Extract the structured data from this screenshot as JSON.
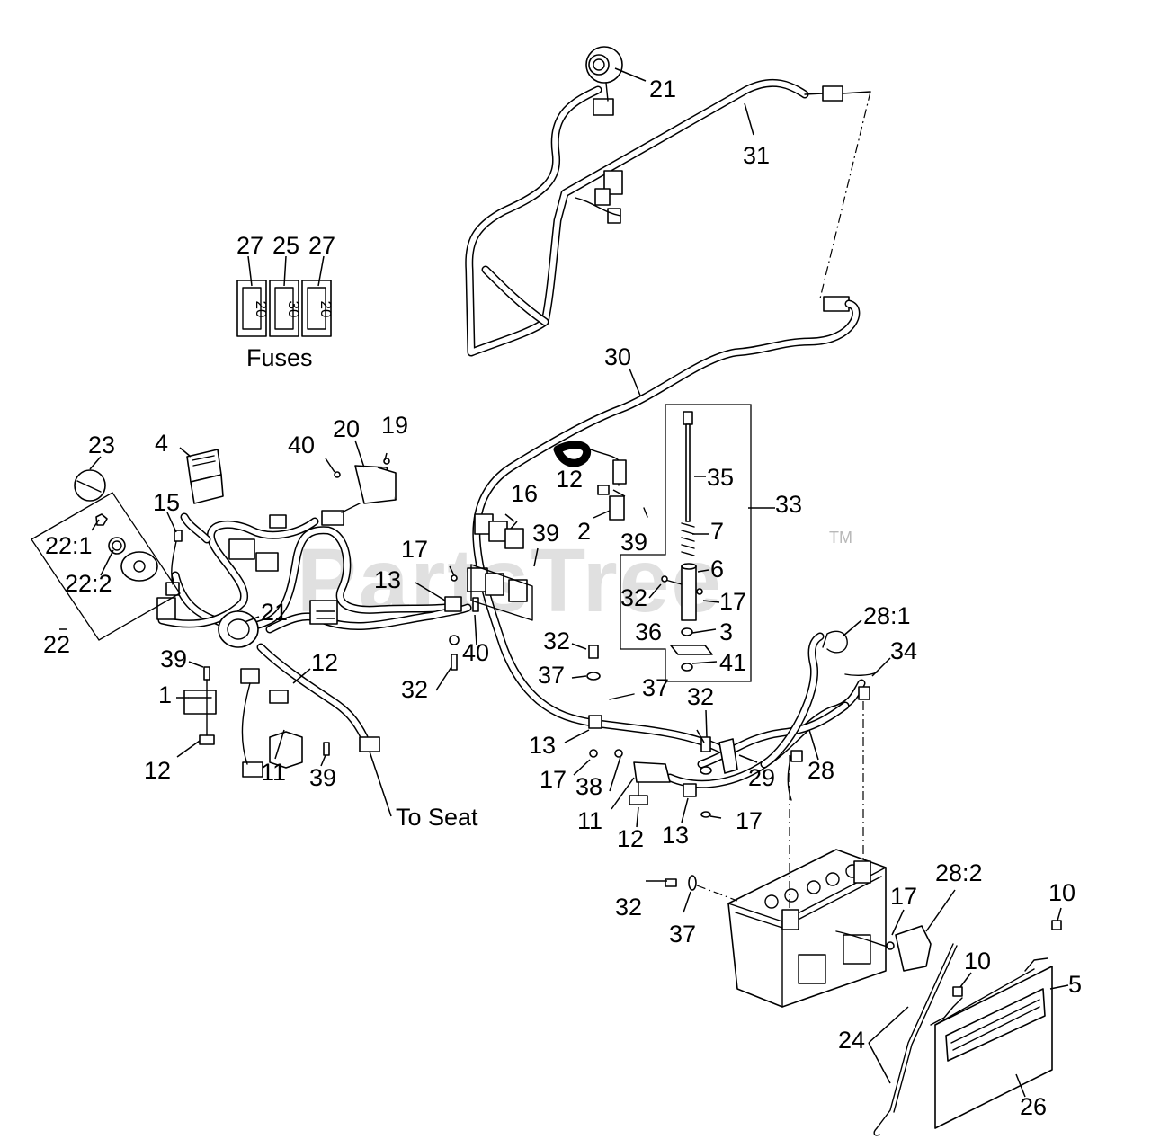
{
  "watermark": {
    "brand": "PartsTree",
    "trademark": "TM"
  },
  "fuses": {
    "title": "Fuses",
    "callouts": [
      "27",
      "25",
      "27"
    ],
    "values": [
      "20",
      "30",
      "20"
    ]
  },
  "notes": {
    "to_seat": "To Seat"
  },
  "callouts": {
    "c21a": "21",
    "c31": "31",
    "c30": "30",
    "c33": "33",
    "c35": "35",
    "c7": "7",
    "c6": "6",
    "c17a": "17",
    "c32a": "32",
    "c36": "36",
    "c3": "3",
    "c41": "41",
    "c12a": "12",
    "c2": "2",
    "c39a": "39",
    "c16": "16",
    "c39b": "39",
    "c17b": "17",
    "c13a": "13",
    "c40a": "40",
    "c32b": "32",
    "c20": "20",
    "c19": "19",
    "c40b": "40",
    "c4": "4",
    "c23": "23",
    "c15": "15",
    "c22_1": "22:1",
    "c22_2": "22:2",
    "c22": "22",
    "c21b": "21",
    "c39c": "39",
    "c1": "1",
    "c12b": "12",
    "c12c": "12",
    "c11a": "11",
    "c39d": "39",
    "c32c": "32",
    "c37a": "37",
    "c13b": "13",
    "c17c": "17",
    "c38": "38",
    "c11b": "11",
    "c12d": "12",
    "c13c": "13",
    "c37b": "37",
    "c32d": "32",
    "c29": "29",
    "c17d": "17",
    "c28": "28",
    "c28_1": "28:1",
    "c34": "34",
    "c32e": "32",
    "c37c": "37",
    "c17e": "17",
    "c28_2": "28:2",
    "c10a": "10",
    "c10b": "10",
    "c5": "5",
    "c24": "24",
    "c26": "26"
  }
}
